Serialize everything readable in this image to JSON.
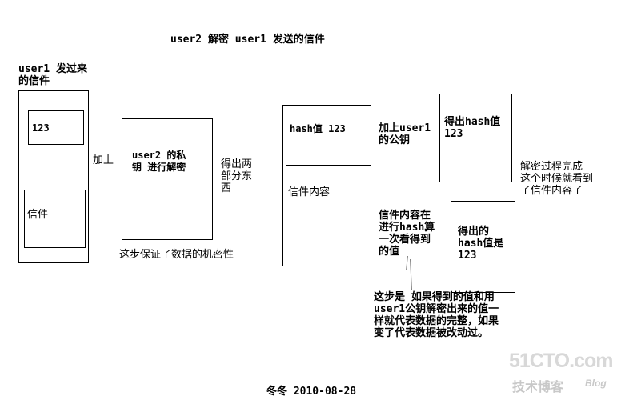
{
  "title": "user2  解密 user1 发送的信件",
  "sender_label": "user1 发过来\n的信件",
  "box_123_text": "123",
  "box_letter_text": "信件",
  "add_label": "加上",
  "private_key_text": "user2 的私\n钥 进行解密",
  "confidentiality_note": "这步保证了数据的机密性",
  "two_parts_label": "得出两\n部分东\n西",
  "hash_box_top": "hash值 123",
  "hash_box_bottom": "信件内容",
  "add_pubkey_label": "加上user1\n的公钥",
  "derived_hash_text": "得出hash值\n123",
  "decrypt_done_note": "解密过程完成\n这个时候就看到\n了信件内容了",
  "rehash_label": "信件内容在\n进行hash算\n一次看得到\n的值",
  "computed_hash_text": "得出的\nhash值是\n123",
  "integrity_note": "这步是 如果得到的值和用\nuser1公钥解密出来的值一\n样就代表数据的完整，如果\n变了代表数据被改动过。",
  "signature": "冬冬 2010-08-28",
  "watermark": {
    "site": "51CTO.com",
    "sub": "技术博客",
    "blog": "Blog"
  }
}
